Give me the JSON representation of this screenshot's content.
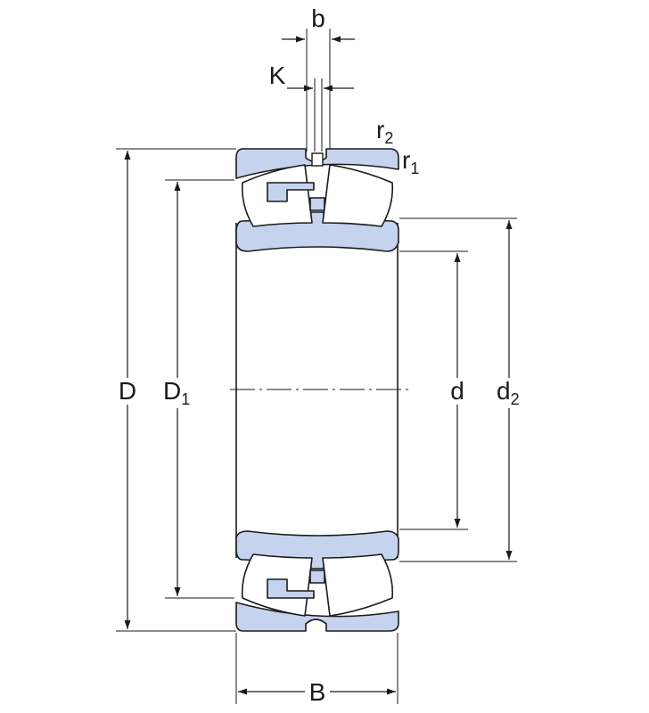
{
  "labels": {
    "b": "b",
    "k": "K",
    "r2": "r",
    "r2_sub": "2",
    "r1": "r",
    "r1_sub": "1",
    "D": "D",
    "D1": "D",
    "D1_sub": "1",
    "d": "d",
    "d2": "d",
    "d2_sub": "2",
    "B": "B"
  },
  "colors": {
    "component_fill": "#c5d3ee",
    "line": "#1a1a1a"
  }
}
